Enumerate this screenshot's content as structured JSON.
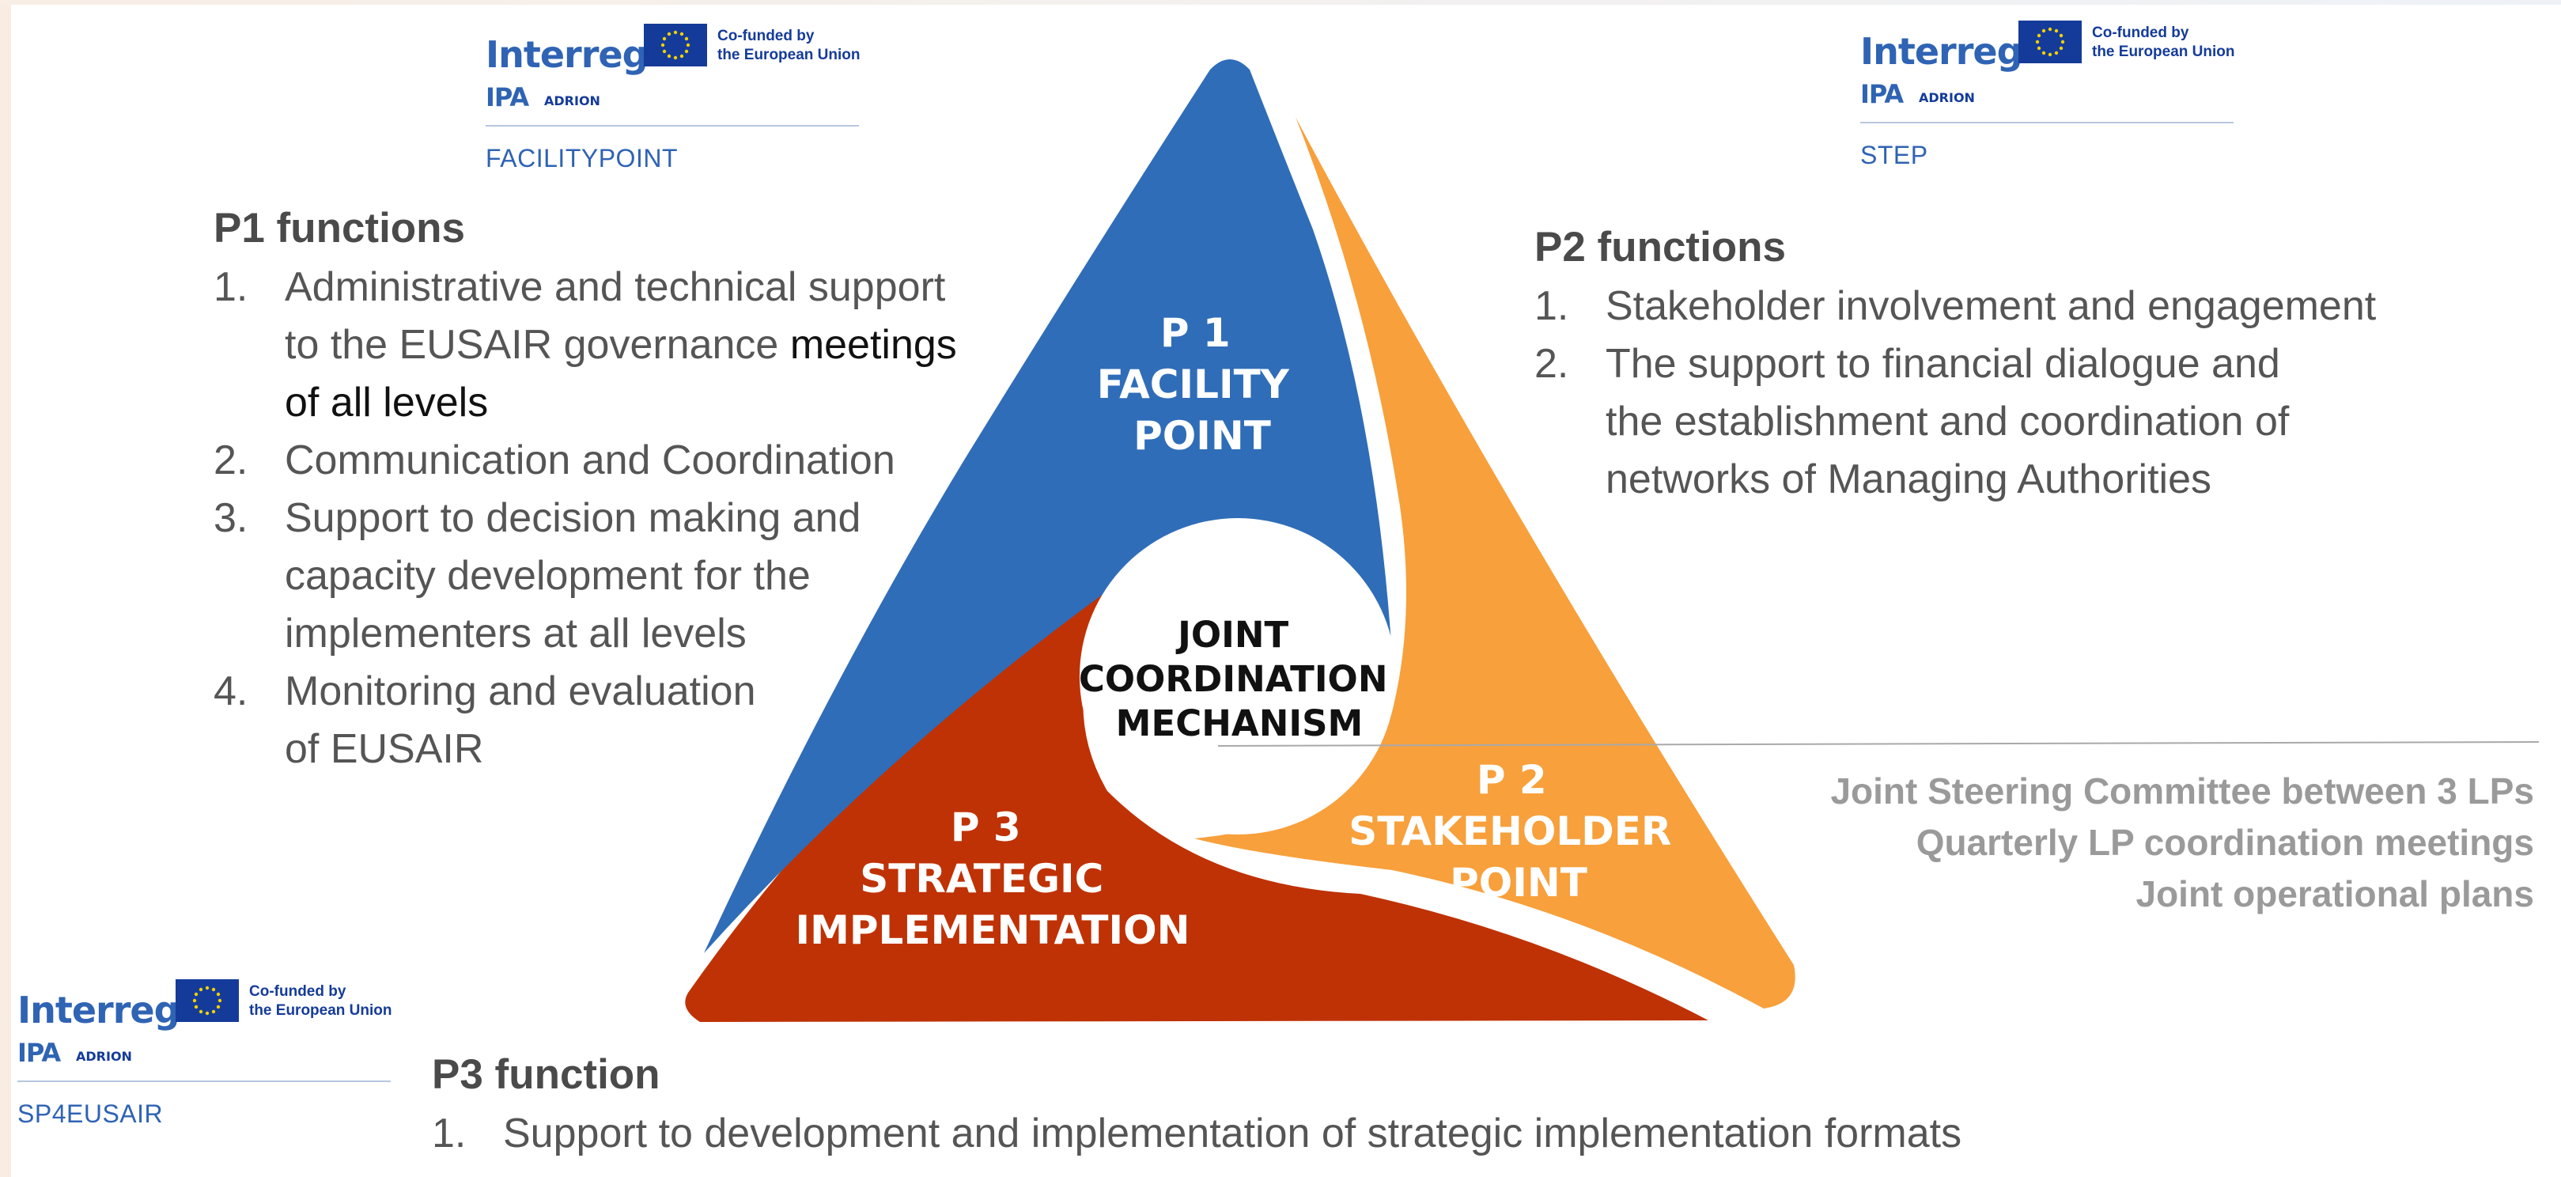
{
  "logos": {
    "brand": "Interreg",
    "cofunded_line1": "Co-funded by",
    "cofunded_line2": "the European Union",
    "program": "IPA",
    "program_sub": "ADRION",
    "facility": "FACILITYPOINT",
    "step": "STEP",
    "sp4": "SP4EUSAIR"
  },
  "p1": {
    "title": "P1 functions",
    "items": [
      {
        "num": "1.",
        "lines": [
          "Administrative and technical support",
          "to the EUSAIR governance "
        ],
        "em": "meetings",
        "em_line": "of all levels"
      },
      {
        "num": "2.",
        "lines": [
          "Communication and Coordination"
        ]
      },
      {
        "num": "3.",
        "lines": [
          "Support to decision making and",
          "capacity development for the",
          "implementers at all levels"
        ]
      },
      {
        "num": "4.",
        "lines": [
          "Monitoring and evaluation",
          "of EUSAIR"
        ]
      }
    ]
  },
  "p2": {
    "title": "P2 functions",
    "items": [
      {
        "num": "1.",
        "lines": [
          "Stakeholder involvement and engagement"
        ]
      },
      {
        "num": "2.",
        "lines": [
          "The support to financial dialogue and",
          "the establishment and coordination of",
          "networks of Managing Authorities"
        ]
      }
    ]
  },
  "p3": {
    "title": "P3 function",
    "items": [
      {
        "num": "1.",
        "lines": [
          "Support to development and implementation of strategic implementation formats"
        ]
      }
    ]
  },
  "coordination": {
    "items": [
      "Joint Steering Committee between 3 LPs",
      "Quarterly  LP coordination meetings",
      "Joint operational plans"
    ]
  },
  "diagram": {
    "p1_label": [
      "P 1",
      "FACILITY",
      "POINT"
    ],
    "p2_label": [
      "P 2",
      "STAKEHOLDER",
      "POINT"
    ],
    "p3_label": [
      "P 3",
      "STRATEGIC",
      "IMPLEMENTATION"
    ],
    "center_label": [
      "JOINT",
      "COORDINATION",
      "MECHANISM"
    ],
    "colors": {
      "p1": "#2f6db8",
      "p2": "#f7a03c",
      "p3": "#bf3205"
    }
  }
}
